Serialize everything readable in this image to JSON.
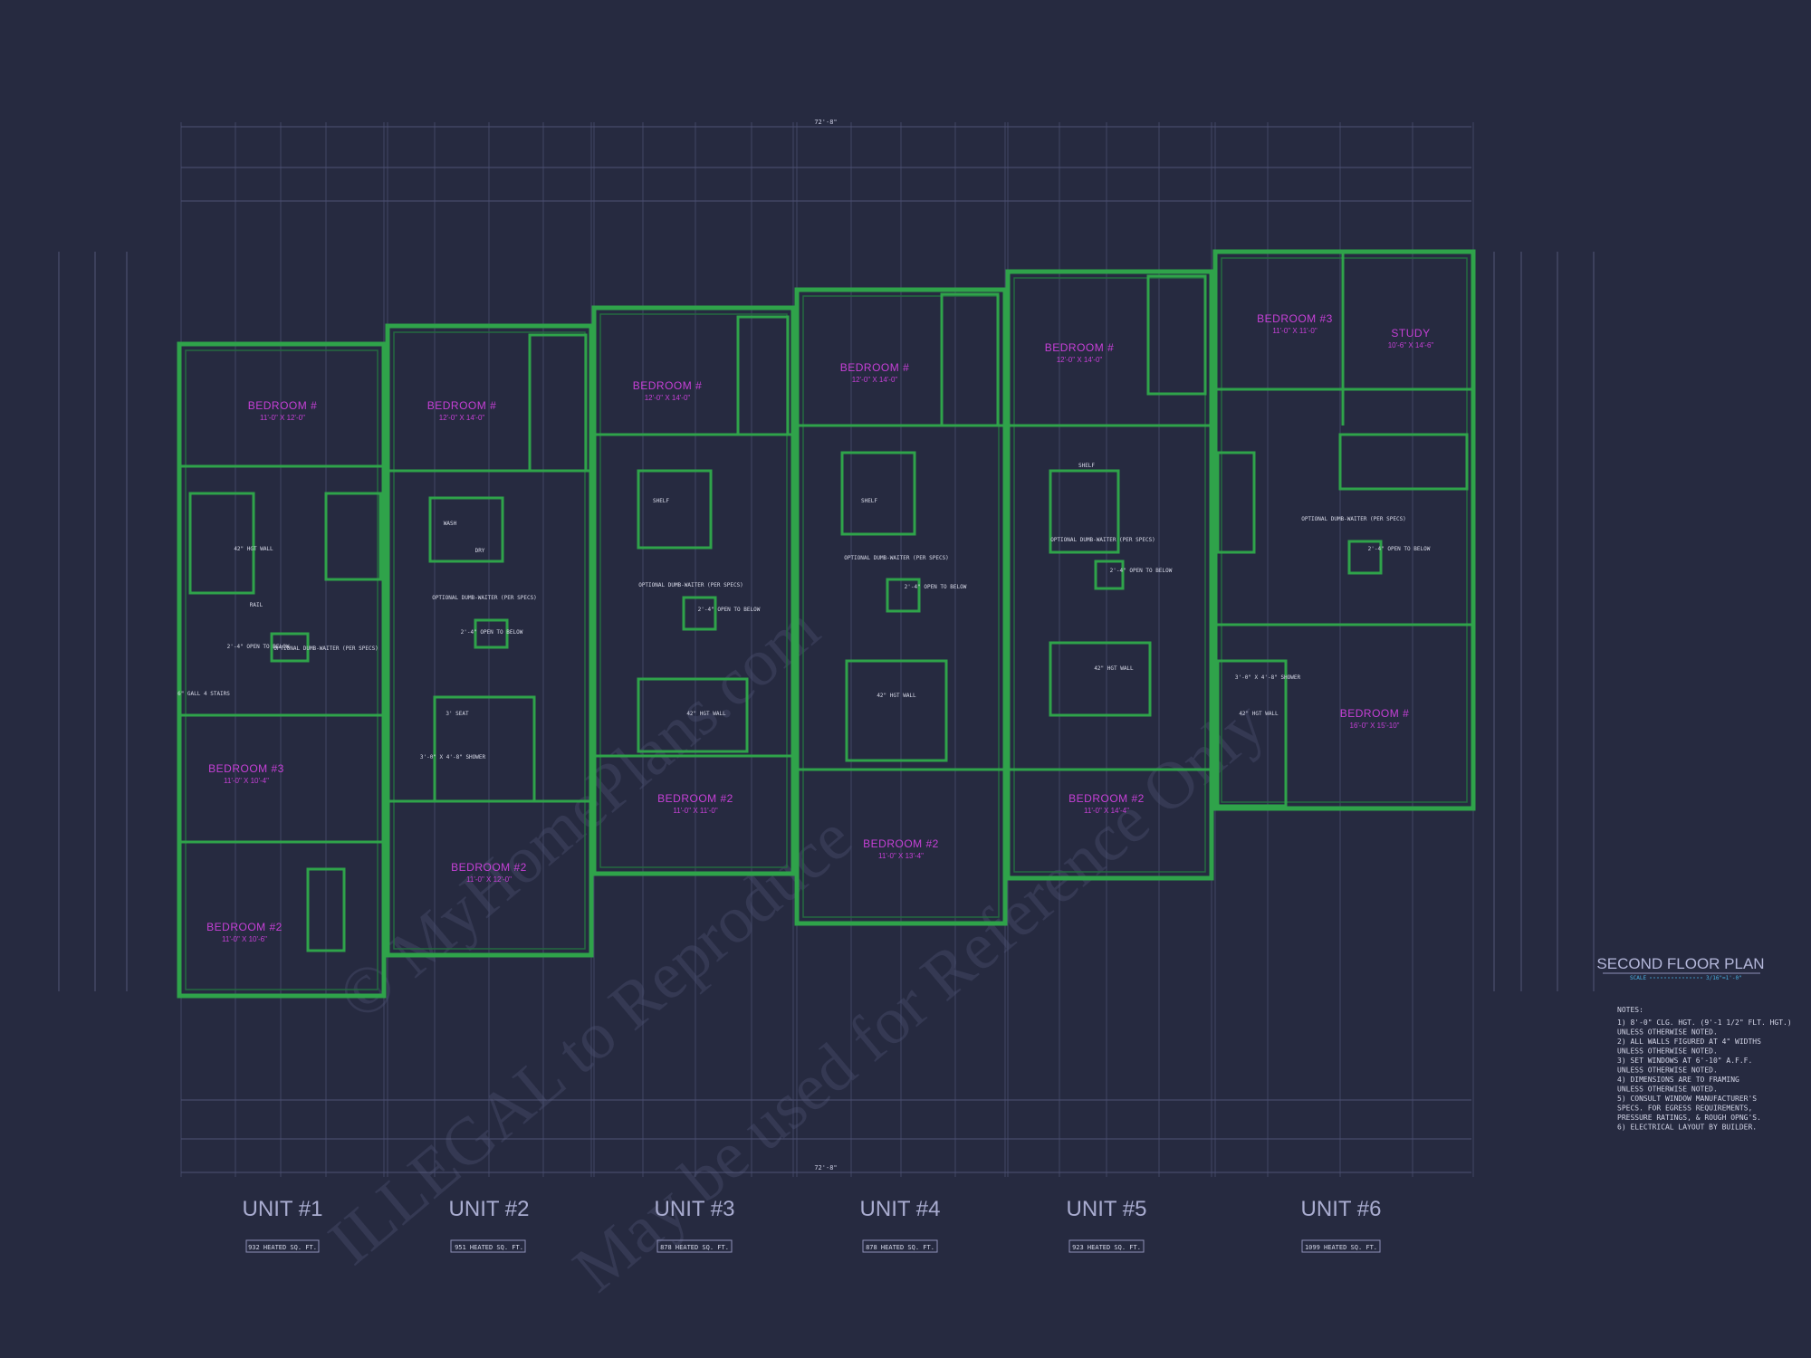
{
  "plan": {
    "title": "SECOND FLOOR PLAN",
    "scale_label": "SCALE",
    "scale_value": "3/16\"=1'-0\"",
    "notes_header": "NOTES:",
    "notes": [
      "1) 8'-0\" CLG. HGT. (9'-1 1/2\" FLT. HGT.)",
      "   UNLESS OTHERWISE NOTED.",
      "2) ALL WALLS FIGURED AT 4\" WIDTHS",
      "   UNLESS OTHERWISE NOTED.",
      "3) SET WINDOWS AT 6'-10\" A.F.F.",
      "   UNLESS OTHERWISE NOTED.",
      "4) DIMENSIONS ARE TO FRAMING",
      "   UNLESS OTHERWISE NOTED.",
      "5) CONSULT WINDOW MANUFACTURER'S",
      "   SPECS. FOR EGRESS REQUIREMENTS,",
      "   PRESSURE RATINGS, & ROUGH OPNG'S.",
      "6) ELECTRICAL LAYOUT BY BUILDER."
    ],
    "overall_dim": "72'-8\""
  },
  "units": [
    {
      "name": "UNIT #1",
      "sqft": "932 HEATED SQ. FT.",
      "rooms": [
        {
          "name": "BEDROOM #",
          "size": "11'-0\" X 12'-0\""
        },
        {
          "name": "BEDROOM #3",
          "size": "11'-0\" X 10'-4\""
        },
        {
          "name": "BEDROOM #2",
          "size": "11'-0\" X 10'-6\""
        }
      ]
    },
    {
      "name": "UNIT #2",
      "sqft": "951 HEATED SQ. FT.",
      "rooms": [
        {
          "name": "BEDROOM #",
          "size": "12'-0\" X 14'-0\""
        },
        {
          "name": "BEDROOM #2",
          "size": "11'-0\" X 12'-0\""
        }
      ]
    },
    {
      "name": "UNIT #3",
      "sqft": "878 HEATED SQ. FT.",
      "rooms": [
        {
          "name": "BEDROOM #",
          "size": "12'-0\" X 14'-0\""
        },
        {
          "name": "BEDROOM #2",
          "size": "11'-0\" X 11'-0\""
        }
      ]
    },
    {
      "name": "UNIT #4",
      "sqft": "878 HEATED SQ. FT.",
      "rooms": [
        {
          "name": "BEDROOM #",
          "size": "12'-0\" X 14'-0\""
        },
        {
          "name": "BEDROOM #2",
          "size": "11'-0\" X 13'-4\""
        }
      ]
    },
    {
      "name": "UNIT #5",
      "sqft": "923 HEATED SQ. FT.",
      "rooms": [
        {
          "name": "BEDROOM #",
          "size": "12'-0\" X 14'-0\""
        },
        {
          "name": "BEDROOM #2",
          "size": "11'-0\" X 14'-4\""
        }
      ]
    },
    {
      "name": "UNIT #6",
      "sqft": "1099 HEATED SQ. FT.",
      "rooms": [
        {
          "name": "BEDROOM #3",
          "size": "11'-0\" X 11'-0\""
        },
        {
          "name": "STUDY",
          "size": "10'-6\" X 14'-6\""
        },
        {
          "name": "BEDROOM #",
          "size": "16'-0\" X 15'-10\""
        }
      ]
    }
  ],
  "fixture_labels": {
    "shower": "3'-0\" X 4'-8\" SHOWER",
    "wall": "42\" HGT WALL",
    "dumb": "OPTIONAL DUMB-WAITER (PER SPECS)",
    "open": "2'-4\" OPEN TO BELOW",
    "rail": "RAIL",
    "wash": "WASH",
    "dry": "DRY",
    "shelf": "SHELF",
    "seat": "3' SEAT",
    "stairs": "6\" GALL 4 STAIRS"
  },
  "watermarks": [
    "© MyHomePlans.com",
    "ILLEGAL to Reproduce",
    "May be used for Reference Only"
  ],
  "colors": {
    "background": "#262a40",
    "walls": "#2fa34a",
    "rooms": "#c640d6",
    "lines": "#8d90b8"
  }
}
